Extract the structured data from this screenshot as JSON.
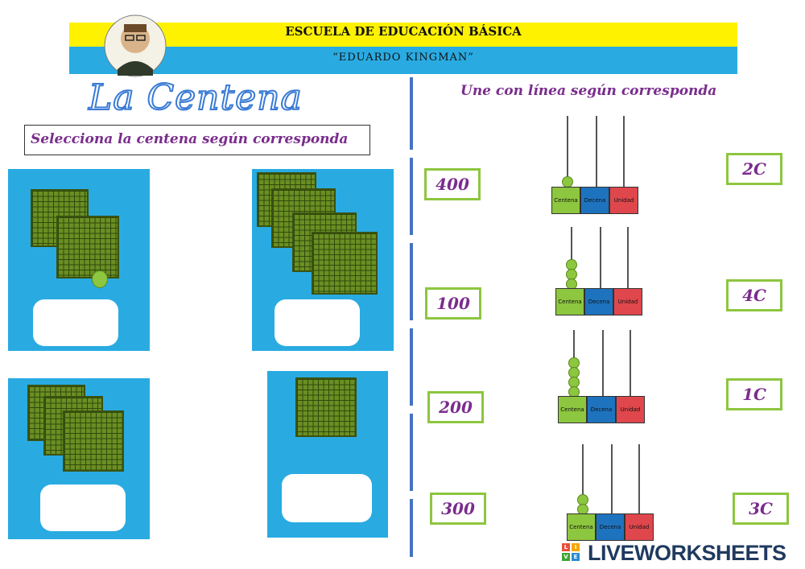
{
  "header": {
    "school_name": "ESCUELA DE EDUCACIÓN BÁSICA",
    "school_subtitle": "“EDUARDO KINGMAN”"
  },
  "title": "La Centena",
  "left_instruction": "Selecciona la centena según corresponda",
  "right_instruction": "Une con línea según corresponda",
  "left_numbers": [
    "400",
    "100",
    "200",
    "300"
  ],
  "right_options": [
    "2C",
    "4C",
    "1C",
    "3C"
  ],
  "abacus_labels": {
    "centena": "Centena",
    "decena": "Decena",
    "unidad": "Unidad"
  },
  "abacus_beads": [
    1,
    3,
    4,
    2
  ],
  "cards": [
    {
      "squares": 2,
      "answer": ""
    },
    {
      "squares": 4,
      "answer": ""
    },
    {
      "squares": 3,
      "answer": ""
    },
    {
      "squares": 1,
      "answer": ""
    }
  ],
  "footer_brand": "LIVEWORKSHEETS",
  "colors": {
    "yellow": "#fff200",
    "blue": "#29abe2",
    "purple": "#7a2d8c",
    "green": "#8dc63f"
  }
}
